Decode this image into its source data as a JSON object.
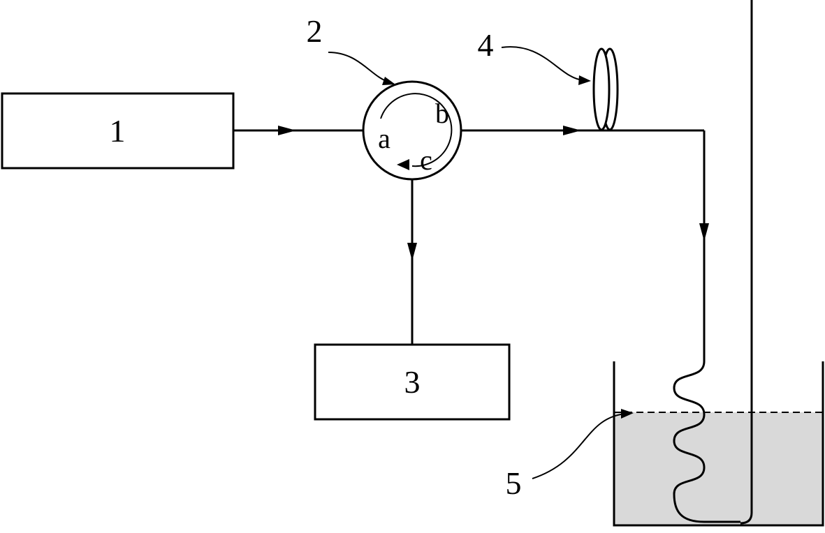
{
  "labels": {
    "box1": "1",
    "circulator": "2",
    "box3": "3",
    "coil": "4",
    "liquid": "5",
    "port_a": "a",
    "port_b": "b",
    "port_c": "c"
  }
}
